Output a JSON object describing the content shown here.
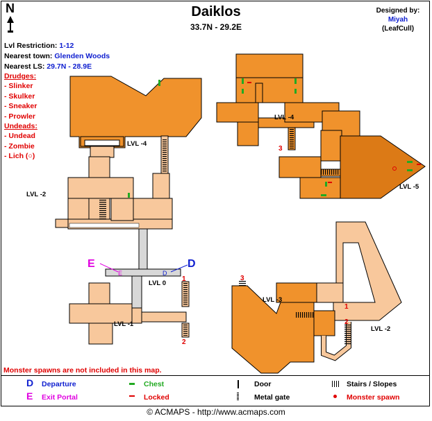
{
  "header": {
    "compass": "N",
    "title": "Daiklos",
    "coordinates": "33.7N - 29.2E",
    "designed_by_label": "Designed by:",
    "designer": "Miyah",
    "designer_group": "(LeafCull)"
  },
  "info": {
    "lvl_restriction_label": "Lvl Restriction:",
    "lvl_restriction_value": "1-12",
    "nearest_town_label": "Nearest town:",
    "nearest_town_value": "Glenden Woods",
    "nearest_ls_label": "Nearest LS:",
    "nearest_ls_value": "29.7N - 28.9E"
  },
  "monsters": {
    "drudges_header": "Drudges:",
    "drudges": [
      "- Slinker",
      "- Skulker",
      "- Sneaker",
      "- Prowler"
    ],
    "undeads_header": "Undeads:",
    "undeads": [
      "- Undead",
      "- Zombie",
      "- Lich (○)"
    ]
  },
  "map_labels": {
    "lvl_m4_left": "LVL -4",
    "lvl_m2_left": "LVL -2",
    "lvl_0": "LVL 0",
    "lvl_m1": "LVL -1",
    "lvl_m4_right": "LVL -4",
    "lvl_m5": "LVL -5",
    "lvl_m3": "LVL -3",
    "lvl_m2_right": "LVL -2",
    "e_big": "E",
    "d_big": "D",
    "e_small": "E",
    "d_small": "D",
    "num_1_a": "1",
    "num_2_a": "2",
    "num_3_a": "3",
    "num_3_b": "3",
    "num_1_b": "1",
    "num_2_b": "2"
  },
  "note": "Monster spawns are not included in this map.",
  "legend": {
    "departure_letter": "D",
    "departure": "Departure",
    "exit_letter": "E",
    "exit": "Exit Portal",
    "chest": "Chest",
    "locked": "Locked",
    "door": "Door",
    "metal_gate": "Metal gate",
    "stairs": "Stairs / Slopes",
    "spawn": "Monster spawn"
  },
  "footer": "© ACMAPS - http://www.acmaps.com",
  "colors": {
    "dark_orange": "#f0922c",
    "darker_orange": "#dc7a16",
    "light_peach": "#f8c89c",
    "corridor_gray": "#d8d8d8",
    "chest_green": "#22aa22",
    "accent_red": "#e00000",
    "accent_blue": "#1020d0",
    "accent_magenta": "#e000e0"
  }
}
